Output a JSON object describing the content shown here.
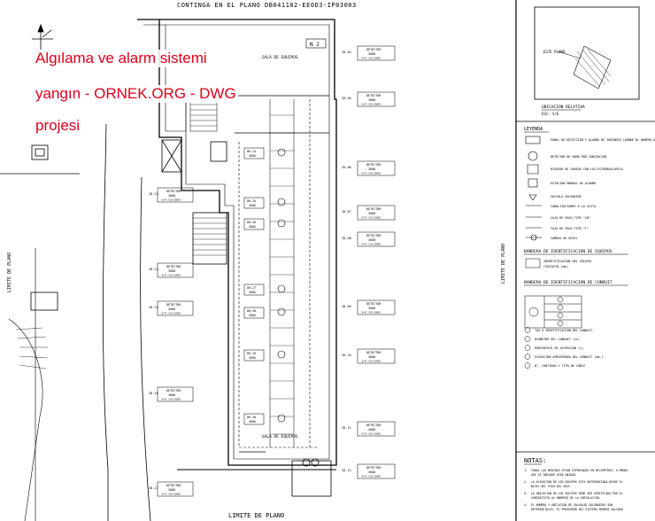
{
  "top_title": "CONTINGA EN EL PLANO DB041102-EE0D3-IP03003",
  "overlay": {
    "line1": "Algılama ve alarm sistemi",
    "line2": "yangın - ORNEK.ORG - DWG",
    "line3": "projesi"
  },
  "plan": {
    "sala_equipos_top": "SALA DE EQUIPOS",
    "sala_equipos_bottom": "SALA DE EQUIPOS",
    "limit_bottom": "LIMITE DE PLANO",
    "limit_left": "LIMITE DE PLANO",
    "limit_right": "LIMITE DE PLANO",
    "zone_tag": "N 2"
  },
  "location": {
    "title": "UBICACION RELATIVA",
    "scale": "ESC: S/E",
    "label": "ESTE PLANO"
  },
  "legend": {
    "title": "LEYENDA",
    "items": [
      "PANEL DE DETECCION Y ALARMA DE INCENDIO (DONDE N= NUMERO DE ZONAS)",
      "DETECTOR DE HUMO POR IONIZACION",
      "DIFUSOR DE SONIDO CON LUZ ESTROBOSCOPICA",
      "ESTACION MANUAL DE ALARMA",
      "VALVULA SOLENOIDE",
      "CANALIZACIONES A LA VISTA",
      "CAJA DE PASO TIPO \"LB\"",
      "CAJA DE PASO TIPO \"T\"",
      "CAMBIO DE NIVEL"
    ],
    "flag_title": "BANDERA DE IDENTIFICACION DE EQUIPOS",
    "flag_items": [
      "IDENTIFICACION DEL EQUIPO",
      "CIRCUITO (mm)"
    ],
    "conduit_title": "BANDERA DE IDENTIFICACION DE CONDUIT",
    "conduit_items": [
      "TAG O IDENTIFICACION DEL CONDUIT.",
      "DIAMETRO DEL CONDUIT (in)",
      "PORCENTAJE DE OCUPACION (%)",
      "ELEVACION APROXIMADA DEL CONDUIT (mm.)",
      "N°, CANTIDAD Y TIPO DE CABLE"
    ]
  },
  "notes": {
    "title": "NOTAS:",
    "items": [
      "TODAS LAS MEDIDAS ESTAN EXPRESADAS EN MILIMETROS, A MENOS QUE SE INDIQUE OTRA UNIDAD.",
      "LA ELEVACION DE LOS EQUIPOS ESTA REFERENCIADA DESDE EL NIVEL DEL PISO DEL EDIF.",
      "LA UBICACION DE LOS EQUIPOS DEBE SER VERIFICADA POR EL CONTRATISTA AL MOMENTO DE LA INSTALACION.",
      "EL NUMERO Y UBICACION DE VALVULAS SOLENOIDES SON REFERENCIALES, EL PROVEEDOR DEL SISTEMA DEBERA VALIDAR ESTA INFORMACION."
    ]
  },
  "tags": {
    "right_ids": [
      "ID-04",
      "ID-05",
      "ID-06",
      "ID-07",
      "ID-08",
      "ID-09",
      "ID-10",
      "ID-11",
      "ID-12"
    ],
    "left_ids": [
      "ID-13",
      "ID-14",
      "ID-15",
      "ID-16",
      "ID-17"
    ],
    "inner_ids": [
      "DH-24",
      "DH-25",
      "DH-26",
      "DH-27",
      "DH-28",
      "DH-29",
      "DH-30"
    ],
    "box_label": "DETECTOR",
    "box_sub": "3000",
    "box_sub2": "3/4\"/25/1000"
  }
}
